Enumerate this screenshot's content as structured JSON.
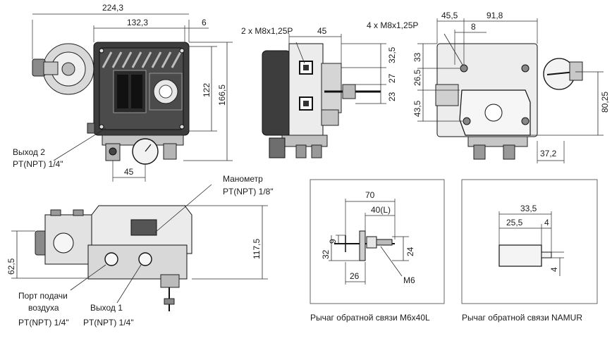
{
  "dimensions": {
    "front_width_total": "224,3",
    "front_width_body": "132,3",
    "front_offset": "6",
    "front_height_cover": "122",
    "front_height_total": "166,5",
    "front_gauge_pitch": "45",
    "side_thread_left": "2 x M8x1,25P",
    "side_width": "45",
    "side_v1": "32,5",
    "side_v2": "27",
    "side_v3": "23",
    "rear_thread": "4 x M8x1,25P",
    "rear_w1": "45,5",
    "rear_w2": "91,8",
    "rear_w3": "8",
    "rear_v1": "33",
    "rear_v2": "26,5",
    "rear_v3": "43,5",
    "rear_v4": "80,25",
    "rear_bottom": "37,2",
    "bottom_height": "117,5",
    "bottom_left": "62,5",
    "m6_total": "70",
    "m6_len": "40(L)",
    "m6_v1": "9",
    "m6_v2": "32",
    "m6_v3": "24",
    "m6_bottom": "26",
    "m6_thread": "M6",
    "namur_total": "33,5",
    "namur_w1": "25,5",
    "namur_w2": "4",
    "namur_h": "4"
  },
  "labels": {
    "output2_title": "Выход 2",
    "output2_thread": "PT(NPT) 1/4\"",
    "manometer_title": "Манометр",
    "manometer_thread": "PT(NPT) 1/8\"",
    "supply_title_1": "Порт подачи",
    "supply_title_2": "воздуха",
    "supply_thread": "PT(NPT) 1/4\"",
    "output1_title": "Выход 1",
    "output1_thread": "PT(NPT) 1/4\"",
    "caption_m6": "Рычаг обратной связи M6x40L",
    "caption_namur": "Рычаг обратной связи NAMUR"
  }
}
